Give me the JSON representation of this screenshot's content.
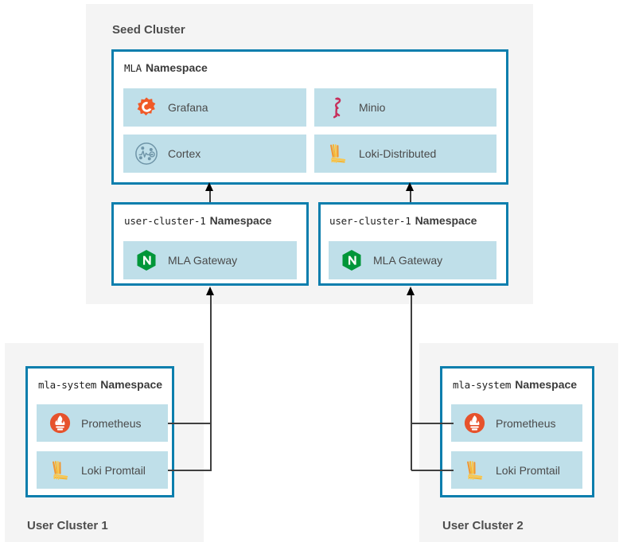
{
  "seed": {
    "label": "Seed Cluster",
    "mla_namespace": {
      "name": "MLA",
      "word": "Namespace",
      "components": [
        {
          "label": "Grafana",
          "icon": "grafana-icon"
        },
        {
          "label": "Minio",
          "icon": "minio-flamingo-icon"
        },
        {
          "label": "Cortex",
          "icon": "cortex-icon"
        },
        {
          "label": "Loki-Distributed",
          "icon": "loki-icon"
        }
      ]
    },
    "user_namespaces": [
      {
        "name": "user-cluster-1",
        "word": "Namespace",
        "components": [
          {
            "label": "MLA Gateway",
            "icon": "nginx-icon"
          }
        ]
      },
      {
        "name": "user-cluster-1",
        "word": "Namespace",
        "components": [
          {
            "label": "MLA Gateway",
            "icon": "nginx-icon"
          }
        ]
      }
    ]
  },
  "user_clusters": [
    {
      "label": "User Cluster 1",
      "namespace": {
        "name": "mla-system",
        "word": "Namespace",
        "components": [
          {
            "label": "Prometheus",
            "icon": "prometheus-icon"
          },
          {
            "label": "Loki Promtail",
            "icon": "loki-icon"
          }
        ]
      }
    },
    {
      "label": "User Cluster 2",
      "namespace": {
        "name": "mla-system",
        "word": "Namespace",
        "components": [
          {
            "label": "Prometheus",
            "icon": "prometheus-icon"
          },
          {
            "label": "Loki Promtail",
            "icon": "loki-icon"
          }
        ]
      }
    }
  ],
  "colors": {
    "panel_bg": "#f4f4f4",
    "box_border": "#0b7ead",
    "tile_bg": "#bfdfe9",
    "text": "#4a4a4a",
    "connector": "#3f3f3f",
    "grafana_orange": "#f05a28",
    "minio_pink": "#c72e5b",
    "cortex_blue": "#6f95a8",
    "loki_yellow": "#f2b52e",
    "nginx_green": "#009639",
    "prometheus_orange": "#e6522c"
  }
}
